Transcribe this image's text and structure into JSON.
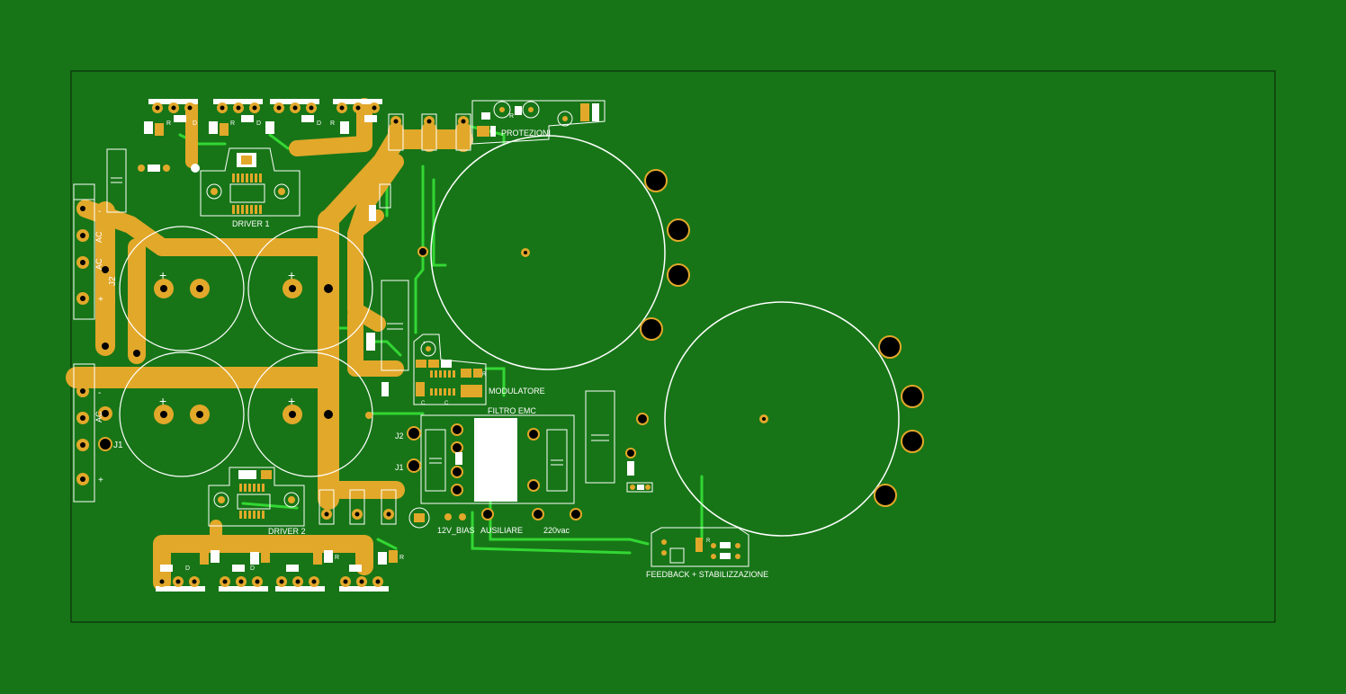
{
  "colors": {
    "background": "#177517",
    "copper_fill": "#E2A82A",
    "trace_green": "#33D633",
    "silkscreen": "#FFFFFF",
    "board_outline": "#0E3D0E",
    "pad_hole": "#000000"
  },
  "labels": {
    "driver1": "DRIVER 1",
    "driver2": "DRIVER 2",
    "protezioni": "PROTEZIONI",
    "modulatore": "MODULATORE",
    "filtro_emc": "FILTRO EMC",
    "bias": "12V_BIAS",
    "ausiliare": "AUSILIARE",
    "vac": "220vac",
    "feedback": "FEEDBACK + STABILIZZAZIONE",
    "j1": "J1",
    "j2": "J2",
    "j1_emc": "J1",
    "j2_emc": "J2",
    "ac": "AC",
    "minus": "-",
    "plus": "+",
    "cap_plus": "+",
    "d": "D",
    "r": "R",
    "c": "C"
  }
}
